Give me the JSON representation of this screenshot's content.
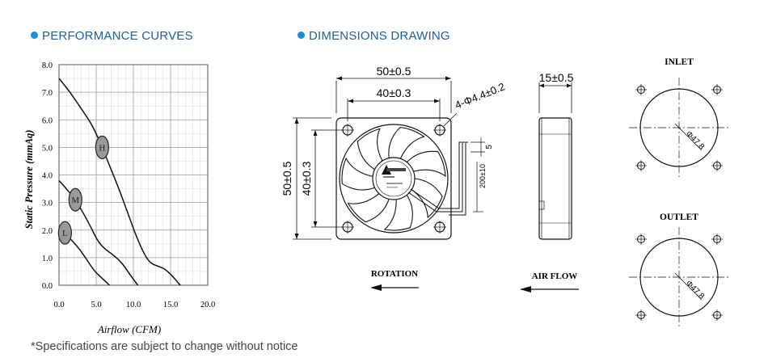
{
  "headings": {
    "performance": "PERFORMANCE CURVES",
    "dimensions": "DIMENSIONS DRAWING"
  },
  "chart_data": {
    "type": "line",
    "xlabel": "Airflow (CFM)",
    "ylabel": "Static Pressure (mmAq)",
    "xlim": [
      0,
      20
    ],
    "ylim": [
      0,
      8
    ],
    "xticks": [
      "0.0",
      "5.0",
      "10.0",
      "15.0",
      "20.0"
    ],
    "yticks": [
      "0.0",
      "1.0",
      "2.0",
      "3.0",
      "4.0",
      "5.0",
      "6.0",
      "7.0",
      "8.0"
    ],
    "series": [
      {
        "name": "H",
        "x": [
          0,
          1.5,
          3.0,
          4.5,
          5.8,
          7.0,
          8.2,
          9.4,
          10.5,
          11.5,
          12.3,
          13.2,
          14.2,
          15.2,
          16.3
        ],
        "y": [
          7.5,
          7.0,
          6.4,
          5.8,
          5.0,
          4.2,
          3.4,
          2.5,
          1.7,
          1.1,
          0.8,
          0.7,
          0.6,
          0.35,
          0.0
        ]
      },
      {
        "name": "M",
        "x": [
          0,
          1.0,
          2.2,
          3.3,
          4.3,
          5.2,
          6.2,
          7.3,
          8.5,
          9.5,
          10.6
        ],
        "y": [
          3.8,
          3.5,
          3.1,
          2.6,
          2.1,
          1.6,
          1.3,
          1.1,
          0.8,
          0.4,
          0.0
        ]
      },
      {
        "name": "L",
        "x": [
          0,
          0.8,
          1.8,
          2.8,
          3.8,
          4.8,
          5.8,
          6.8
        ],
        "y": [
          2.1,
          1.9,
          1.6,
          1.3,
          0.9,
          0.5,
          0.25,
          0.0
        ]
      }
    ],
    "grid": true
  },
  "dimensions": {
    "outer_width": "50±0.5",
    "hole_spacing": "40±0.3",
    "hole_spec": "4-Φ4.4±0.2",
    "outer_height": "50±0.5",
    "hole_spacing_vertical": "40±0.3",
    "thickness": "15±0.5",
    "lead_offset": "5",
    "lead_length": "200±10",
    "rotation_label": "ROTATION",
    "airflow_label": "AIR FLOW",
    "inlet_label": "INLET",
    "outlet_label": "OUTLET",
    "circle_diameter": "Φ47.8"
  },
  "footnote": "*Specifications are subject to change without notice"
}
